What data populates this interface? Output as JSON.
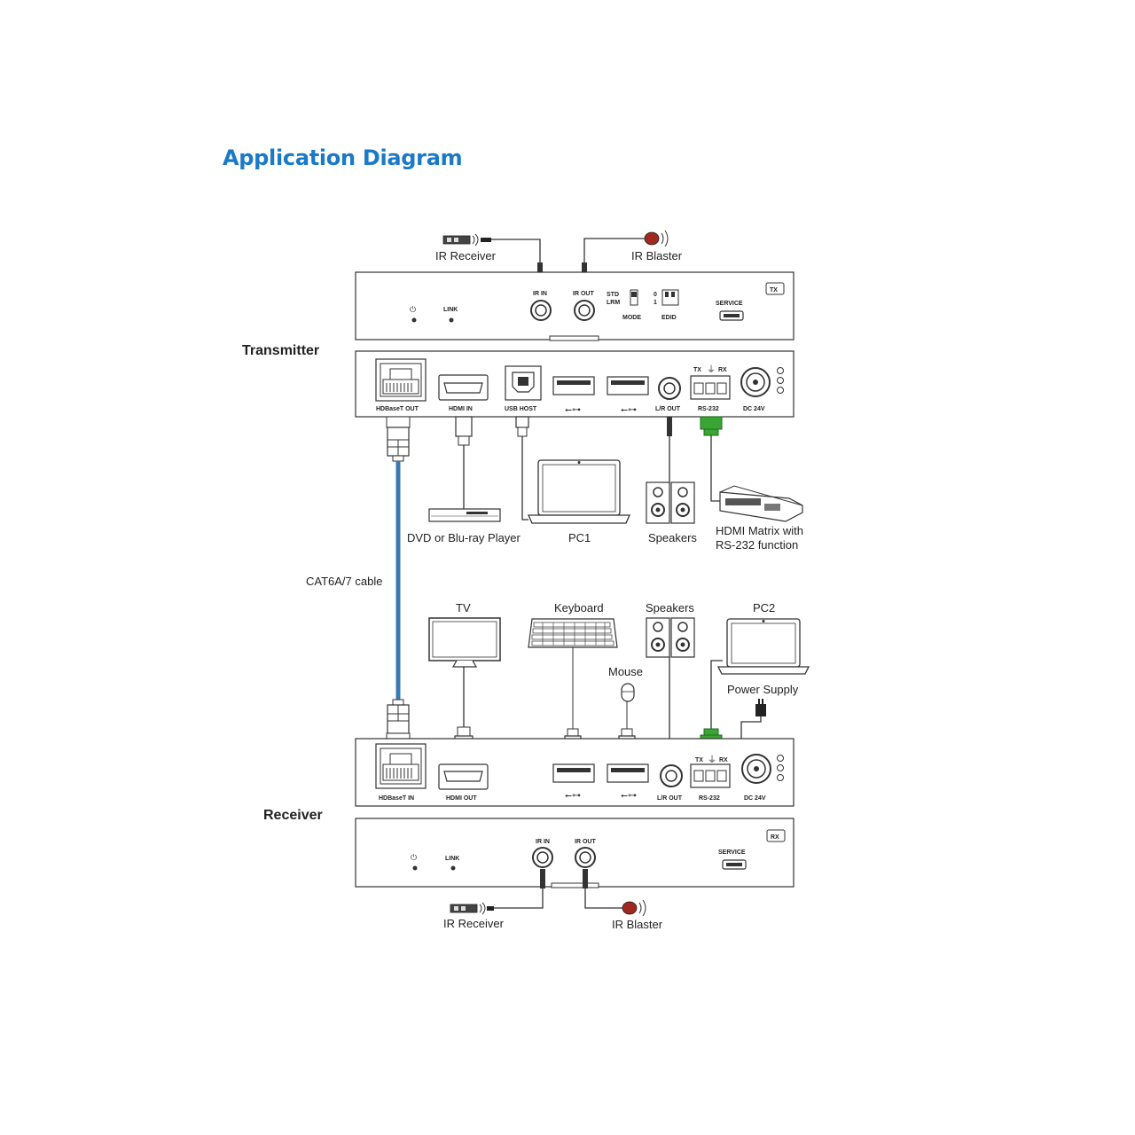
{
  "title": "Application Diagram",
  "colors": {
    "title": "#1a7ac8",
    "cable": "#3c78b4",
    "terminal": "#3aa535",
    "ir_red": "#c0392b"
  },
  "devices": {
    "transmitter_label": "Transmitter",
    "receiver_label": "Receiver",
    "cable_label": "CAT6A/7 cable",
    "tx_badge": "TX",
    "rx_badge": "RX"
  },
  "tx_front": {
    "ir_in": "IR IN",
    "ir_out": "IR OUT",
    "std": "STD",
    "lrm": "LRM",
    "mode": "MODE",
    "edid": "EDID",
    "edid_0": "0",
    "edid_1": "1",
    "service": "SERVICE",
    "link": "LINK"
  },
  "tx_rear": {
    "hdbaset_out": "HDBaseT OUT",
    "hdmi_in": "HDMI IN",
    "usb_host": "USB HOST",
    "lr_out": "L/R OUT",
    "rs232": "RS-232",
    "tx": "TX",
    "rx": "RX",
    "dc24v": "DC 24V"
  },
  "rx_rear": {
    "hdbaset_in": "HDBaseT IN",
    "hdmi_out": "HDMI OUT",
    "lr_out": "L/R OUT",
    "rs232": "RS-232",
    "tx": "TX",
    "rx": "RX",
    "dc24v": "DC 24V"
  },
  "rx_front": {
    "ir_in": "IR IN",
    "ir_out": "IR OUT",
    "service": "SERVICE",
    "link": "LINK"
  },
  "peripherals": {
    "ir_receiver_top": "IR Receiver",
    "ir_blaster_top": "IR Blaster",
    "dvd_player": "DVD or Blu-ray Player",
    "pc1": "PC1",
    "speakers_top": "Speakers",
    "hdmi_matrix_line1": "HDMI Matrix with",
    "hdmi_matrix_line2": "RS-232 function",
    "tv": "TV",
    "keyboard": "Keyboard",
    "speakers_bottom": "Speakers",
    "pc2": "PC2",
    "mouse": "Mouse",
    "power_supply": "Power Supply",
    "ir_receiver_bottom": "IR Receiver",
    "ir_blaster_bottom": "IR Blaster"
  }
}
